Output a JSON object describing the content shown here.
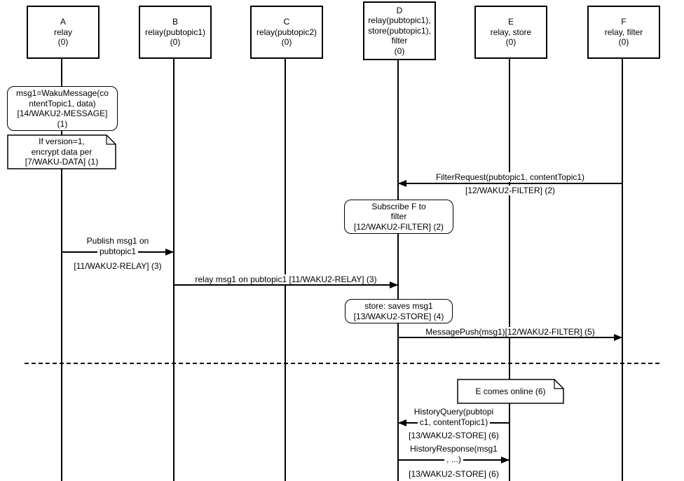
{
  "actors": [
    {
      "name": "A",
      "desc": "relay",
      "count": "(0)"
    },
    {
      "name": "B",
      "desc": "relay(pubtopic1)",
      "count": "(0)"
    },
    {
      "name": "C",
      "desc": "relay(pubtopic2)",
      "count": "(0)"
    },
    {
      "name": "D",
      "desc": "relay(pubtopic1),\nstore(pubtopic1),\nfilter",
      "count": "(0)"
    },
    {
      "name": "E",
      "desc": "relay, store",
      "count": "(0)"
    },
    {
      "name": "F",
      "desc": "relay, filter",
      "count": "(0)"
    }
  ],
  "notes": {
    "msg1_def": "msg1=WakuMessage(co\nntentTopic1, data)\n[14/WAKU2-MESSAGE]\n(1)",
    "encrypt": "If version=1,\nencrypt data per\n[7/WAKU-DATA] (1)",
    "subscribe": "Subscribe F to\nfilter\n[12/WAKU2-FILTER] (2)",
    "store_saves": "store: saves msg1\n[13/WAKU2-STORE] (4)",
    "e_online": "E comes online (6)"
  },
  "messages": {
    "filter_request": {
      "above": "FilterRequest(pubtopic1, contentTopic1)",
      "below": "[12/WAKU2-FILTER] (2)"
    },
    "publish": {
      "above": "Publish msg1 on",
      "mid": "pubtopic1",
      "below": "[11/WAKU2-RELAY] (3)"
    },
    "relay_msg": {
      "above": "relay msg1 on pubtopic1 [11/WAKU2-RELAY] (3)"
    },
    "message_push": {
      "above": "MessagePush(msg1)[12/WAKU2-FILTER] (5)"
    },
    "history_query": {
      "above": "HistoryQuery(pubtopi",
      "mid": "c1, contentTopic1)",
      "below": "[13/WAKU2-STORE] (6)"
    },
    "history_response": {
      "above": "HistoryResponse(msg1",
      "mid": ", ...)",
      "below": "[13/WAKU2-STORE] (6)"
    }
  }
}
